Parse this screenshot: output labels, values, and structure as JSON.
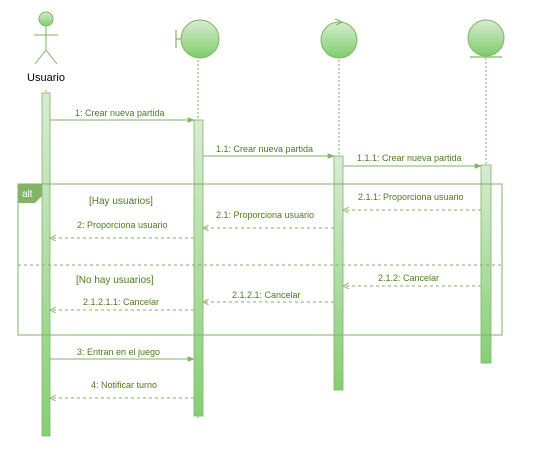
{
  "colors": {
    "line": "#82b366",
    "stroke_dark": "#6b9b3f",
    "fill_light": "#d5e8d4",
    "fill_mid": "#8bd27a",
    "text": "#4f7a1f",
    "frame_tag": "#82b366"
  },
  "participants": [
    {
      "id": "usuario",
      "kind": "actor",
      "label": "Usuario"
    },
    {
      "id": "boundary",
      "kind": "boundary",
      "label": ""
    },
    {
      "id": "control",
      "kind": "control",
      "label": ""
    },
    {
      "id": "entity",
      "kind": "entity",
      "label": ""
    }
  ],
  "messages": [
    {
      "id": "m1",
      "label": "1: Crear nueva partida",
      "from": "usuario",
      "to": "boundary",
      "style": "sync"
    },
    {
      "id": "m2",
      "label": "1.1: Crear nueva partida",
      "from": "boundary",
      "to": "control",
      "style": "sync"
    },
    {
      "id": "m3",
      "label": "1.1.1: Crear nueva partida",
      "from": "control",
      "to": "entity",
      "style": "sync"
    },
    {
      "id": "m4",
      "label": "2.1.1: Proporciona usuario",
      "from": "entity",
      "to": "control",
      "style": "return"
    },
    {
      "id": "m5",
      "label": "2.1: Proporciona usuario",
      "from": "control",
      "to": "boundary",
      "style": "return"
    },
    {
      "id": "m6",
      "label": "2: Proporciona usuario",
      "from": "boundary",
      "to": "usuario",
      "style": "return"
    },
    {
      "id": "m7",
      "label": "2.1.2: Cancelar",
      "from": "entity",
      "to": "control",
      "style": "return"
    },
    {
      "id": "m8",
      "label": "2.1.2.1: Cancelar",
      "from": "control",
      "to": "boundary",
      "style": "return"
    },
    {
      "id": "m9",
      "label": "2.1.2.1.1: Cancelar",
      "from": "boundary",
      "to": "usuario",
      "style": "return"
    },
    {
      "id": "m10",
      "label": "3: Entran en el juego",
      "from": "usuario",
      "to": "boundary",
      "style": "sync"
    },
    {
      "id": "m11",
      "label": "4: Notificar turno",
      "from": "boundary",
      "to": "usuario",
      "style": "return"
    }
  ],
  "fragment": {
    "operator": "alt",
    "guards": [
      "[Hay usuarios]",
      "[No hay usuarios]"
    ]
  }
}
